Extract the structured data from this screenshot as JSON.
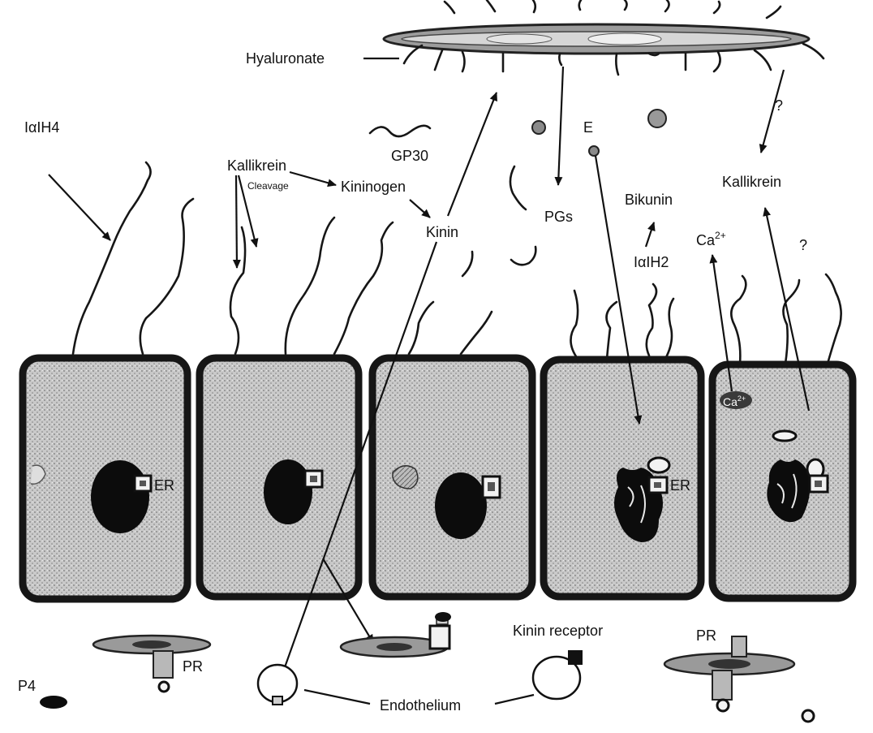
{
  "labels": {
    "hyaluronate": "Hyaluronate",
    "iaih4": "IαIH4",
    "kallikrein_left": "Kallikrein",
    "cleavage": "Cleavage",
    "kininogen": "Kininogen",
    "gp30": "GP30",
    "kinin": "Kinin",
    "e": "E",
    "pgs": "PGs",
    "bikunin": "Bikunin",
    "iaih2": "IαIH2",
    "ca_top_base": "Ca",
    "ca_top_sup": "2+",
    "ca_cell_base": "Ca",
    "ca_cell_sup": "2+",
    "kallikrein_right": "Kallikrein",
    "question_top": "?",
    "question_mid": "?",
    "er_cell1": "ER",
    "er_cell4": "ER",
    "kinin_receptor": "Kinin receptor",
    "pr_left": "PR",
    "pr_right": "PR",
    "p4": "P4",
    "endothelium": "Endothelium"
  }
}
